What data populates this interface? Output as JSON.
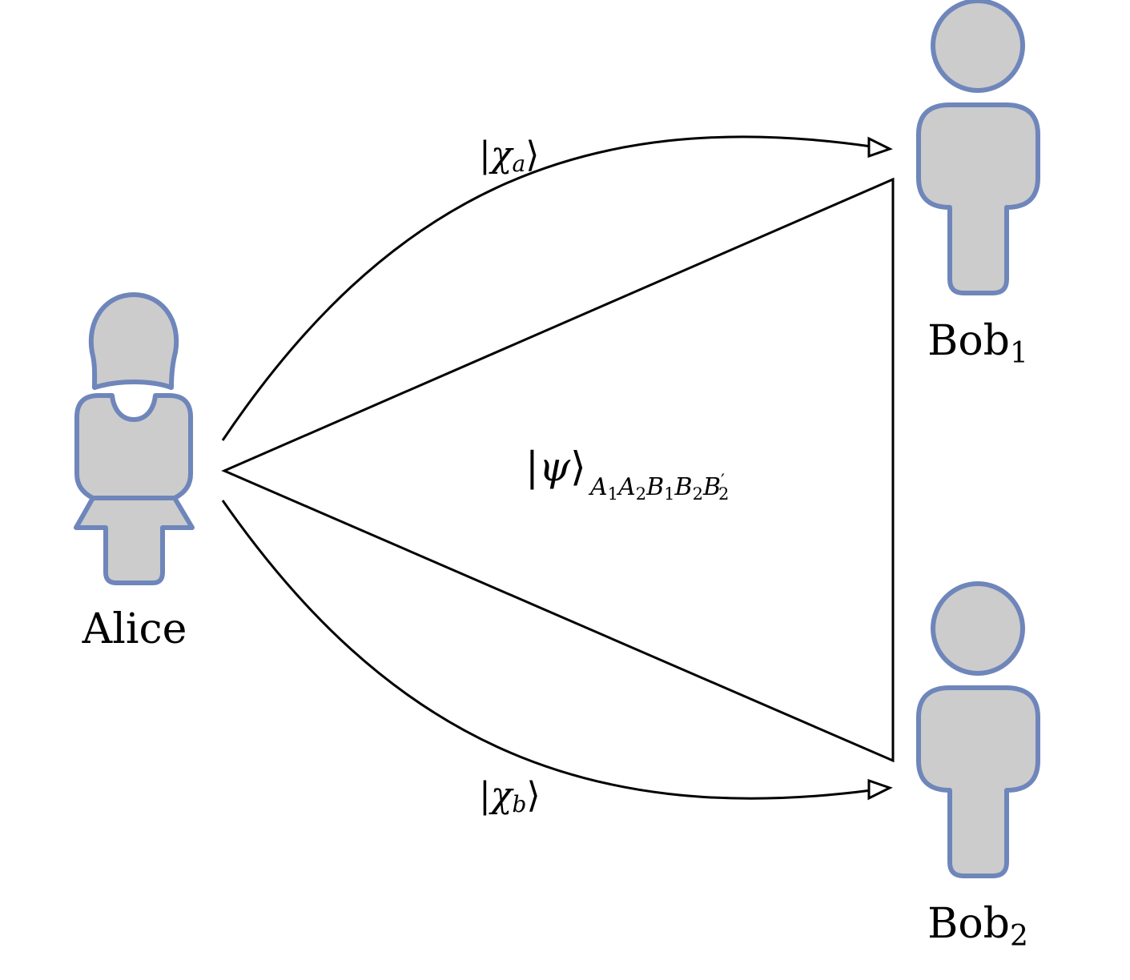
{
  "colors": {
    "figure_fill": "#cccccc",
    "figure_stroke": "#6f86bb",
    "line": "#000000",
    "background": "#ffffff"
  },
  "people": {
    "alice": {
      "label": "Alice"
    },
    "bob1": {
      "label_base": "Bob",
      "label_sub": "1"
    },
    "bob2": {
      "label_base": "Bob",
      "label_sub": "2"
    }
  },
  "states": {
    "chi_a": {
      "bar": "|",
      "symbol": "χ",
      "sub": "a",
      "ket": "⟩"
    },
    "chi_b": {
      "bar": "|",
      "symbol": "χ",
      "sub": "b",
      "ket": "⟩"
    },
    "psi": {
      "bar": "|",
      "symbol": "ψ",
      "ket": "⟩",
      "subscript": [
        {
          "base": "A",
          "sub": "1",
          "prime": ""
        },
        {
          "base": "A",
          "sub": "2",
          "prime": ""
        },
        {
          "base": "B",
          "sub": "1",
          "prime": ""
        },
        {
          "base": "B",
          "sub": "2",
          "prime": ""
        },
        {
          "base": "B",
          "sub": "2",
          "prime": "′"
        }
      ]
    }
  }
}
